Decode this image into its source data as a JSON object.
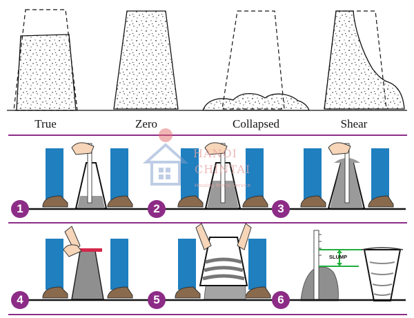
{
  "slump_types": {
    "true": "True",
    "zero": "Zero",
    "collapsed": "Collapsed",
    "shear": "Shear"
  },
  "steps": [
    "1",
    "2",
    "3",
    "4",
    "5",
    "6"
  ],
  "slump_label": "SLUMP",
  "watermark": {
    "line1": "HANOI",
    "line2": "CHINTAI",
    "line3": "Housing Rental Service"
  },
  "colors": {
    "divider": "#8c2c86",
    "step_badge": "#8c2c86",
    "concrete": "#8f8f8f",
    "leg": "#1f7fbf",
    "rod_plate": "#d4284a",
    "measure": "#1fae3a"
  }
}
